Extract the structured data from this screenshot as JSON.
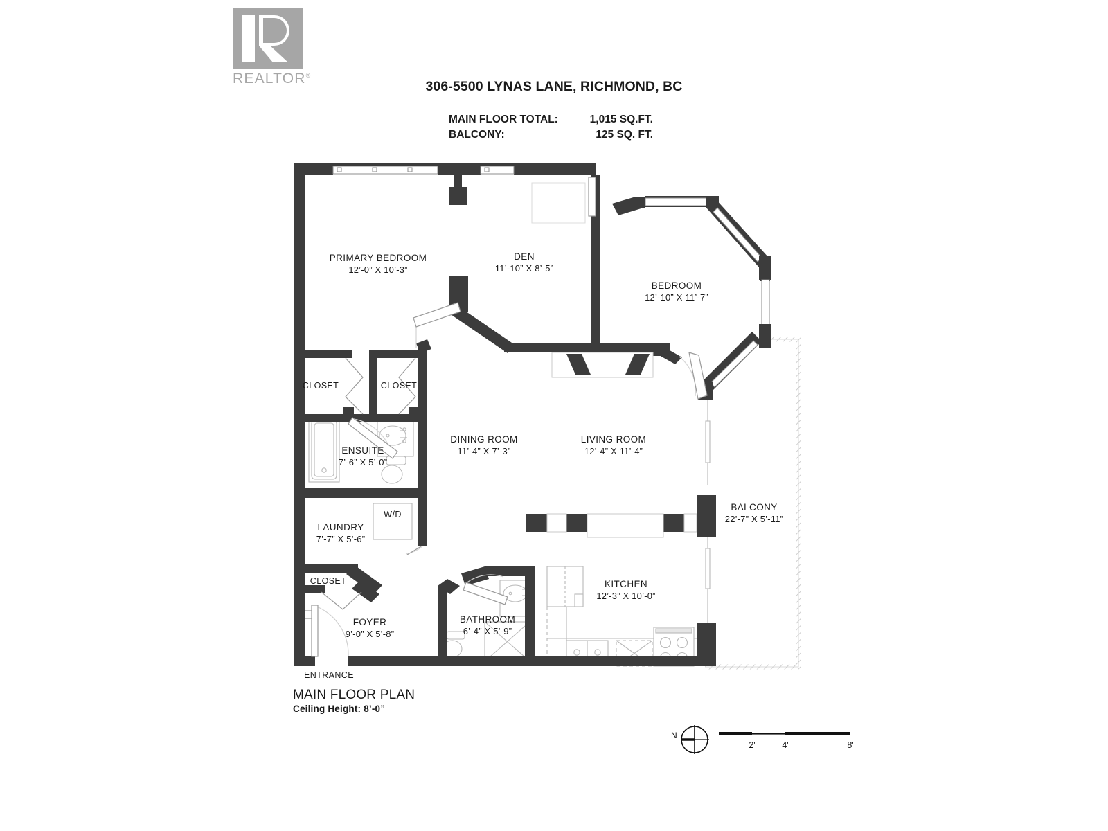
{
  "logo": {
    "name": "realtor-logo",
    "wordmark": "REALTOR",
    "registered": "®"
  },
  "header": {
    "title": "306-5500 LYNAS LANE, RICHMOND, BC",
    "areas": [
      {
        "label": "MAIN FLOOR TOTAL:",
        "value": "1,015 SQ.FT."
      },
      {
        "label": "BALCONY:",
        "value": "125 SQ. FT."
      }
    ]
  },
  "rooms": [
    {
      "key": "primary_bedroom",
      "name": "PRIMARY BEDROOM",
      "dims": "12’-0” X 10’-3”"
    },
    {
      "key": "den",
      "name": "DEN",
      "dims": "11’-10” X 8’-5”"
    },
    {
      "key": "bedroom",
      "name": "BEDROOM",
      "dims": "12’-10” X 11’-7”"
    },
    {
      "key": "ensuite",
      "name": "ENSUITE",
      "dims": "7’-6” X 5’-0”"
    },
    {
      "key": "laundry",
      "name": "LAUNDRY",
      "dims": "7’-7” X 5’-6”"
    },
    {
      "key": "dining_room",
      "name": "DINING ROOM",
      "dims": "11’-4” X 7’-3”"
    },
    {
      "key": "living_room",
      "name": "LIVING ROOM",
      "dims": "12’-4” X 11’-4”"
    },
    {
      "key": "balcony",
      "name": "BALCONY",
      "dims": "22’-7” X 5’-11”"
    },
    {
      "key": "kitchen",
      "name": "KITCHEN",
      "dims": "12’-3” X 10’-0”"
    },
    {
      "key": "bathroom",
      "name": "BATHROOM",
      "dims": "6’-4” X 5’-9”"
    },
    {
      "key": "foyer",
      "name": "FOYER",
      "dims": "9’-0” X 5’-8”"
    }
  ],
  "small_labels": {
    "closet_bedroom_left": "CLOSET",
    "closet_bedroom_right": "CLOSET",
    "closet_foyer": "CLOSET",
    "washer_dryer": "W/D",
    "entrance": "ENTRANCE"
  },
  "footer": {
    "plan_name": "MAIN FLOOR PLAN",
    "ceiling_height": "Ceiling Height: 8’-0”"
  },
  "scale": {
    "compass_north": "N",
    "ticks": [
      "2'",
      "4'",
      "8'"
    ]
  },
  "colors": {
    "wall": "#3c3c3c",
    "wall_light": "#4a4a4a",
    "text": "#1b1b1b",
    "logo_gray": "#a6a6a6",
    "fixture_line": "#b9b9b9",
    "balcony_dash": "#bdbdbd"
  }
}
